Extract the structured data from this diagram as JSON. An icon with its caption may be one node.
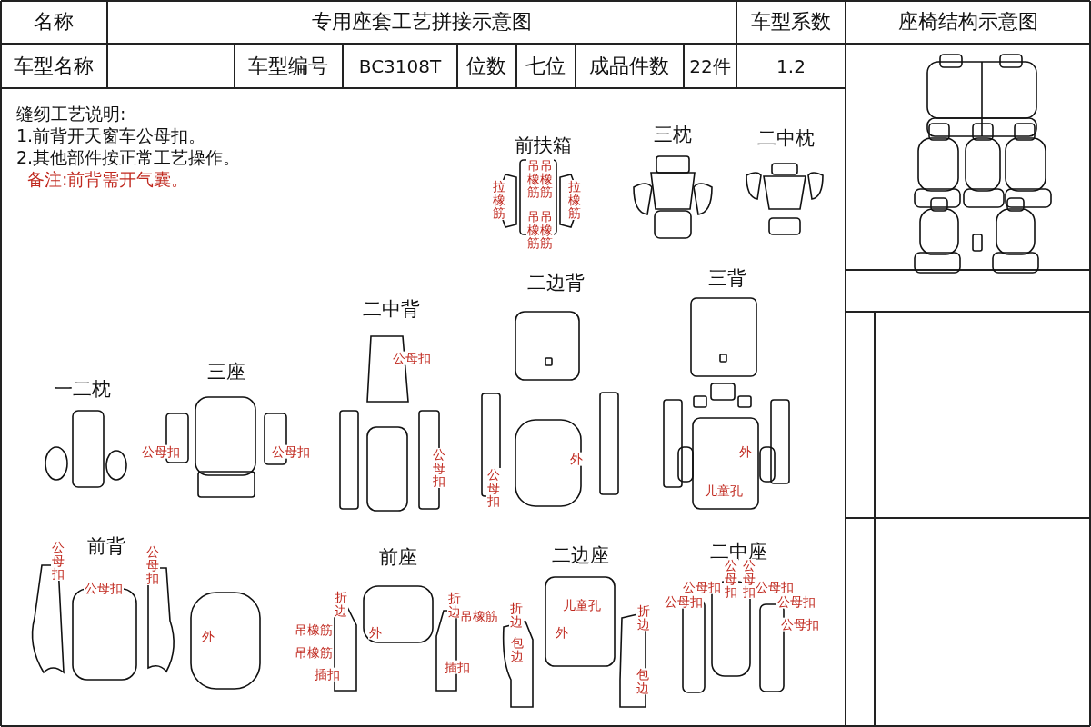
{
  "diagram": {
    "title": "专用座套工艺拼接示意图",
    "labels": [
      "名称",
      "车型系数",
      "座椅结构示意图",
      "车型名称",
      "车型编号",
      "BC3108T",
      "位数",
      "七位",
      "成品件数",
      "22件",
      "1.2",
      "缝纫工艺说明:",
      "1.前背开天窗车公母扣。",
      "2.其他部件按正常工艺操作。",
      "备注:前背需开气囊。",
      "前扶箱",
      "三枕",
      "二中枕",
      "吊橡筋",
      "吊橡筋",
      "拉橡筋",
      "拉橡筋",
      "吊橡筋",
      "吊橡筋",
      "二边背",
      "三背",
      "二中背",
      "公母扣",
      "三座",
      "一二枕",
      "公母扣",
      "公母扣",
      "外",
      "外",
      "公母扣",
      "公母扣",
      "儿童孔",
      "前背",
      "前座",
      "二边座",
      "二中座",
      "公母扣",
      "公母扣",
      "公母扣",
      "公母扣",
      "公母扣",
      "儿童孔",
      "公母扣",
      "公母扣",
      "公母扣",
      "公母扣",
      "折边",
      "折边",
      "吊橡筋",
      "折边",
      "折边",
      "公母扣",
      "外",
      "吊橡筋",
      "外",
      "外",
      "包边",
      "吊橡筋",
      "插扣",
      "插扣",
      "包边"
    ]
  }
}
